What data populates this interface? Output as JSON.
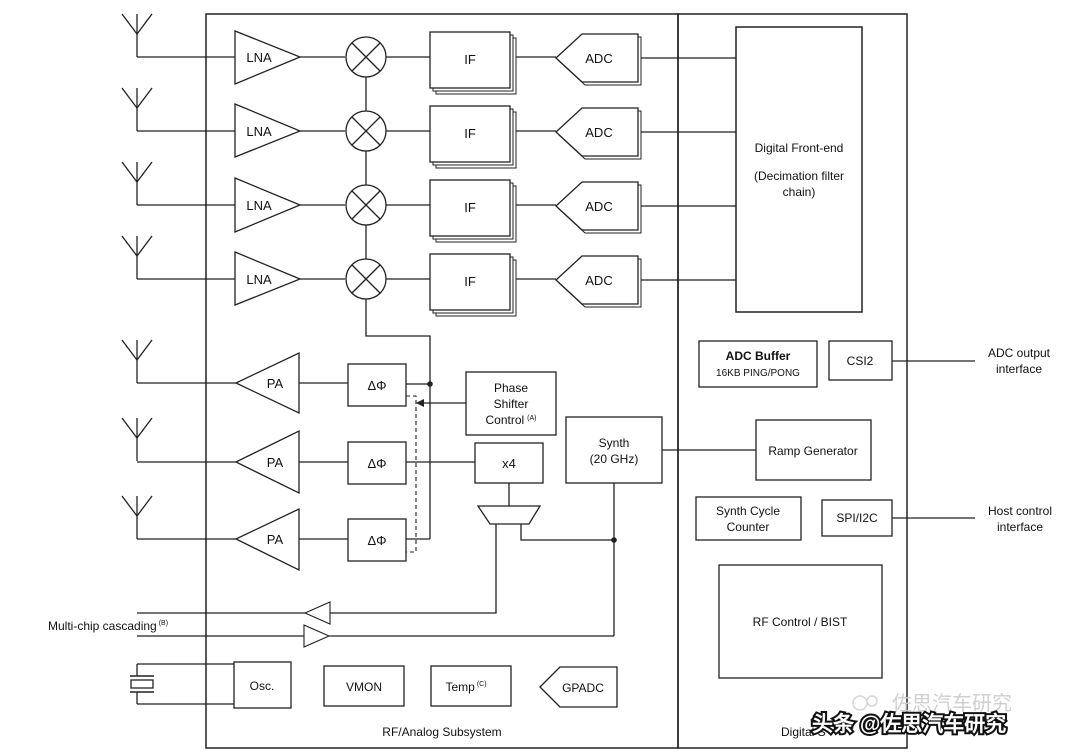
{
  "lna_label": "LNA",
  "if_label": "IF",
  "adc_label": "ADC",
  "pa_label": "PA",
  "phase_label": "ΔΦ",
  "digital_front_end": {
    "title": "Digital Front-end",
    "line2": "(Decimation filter",
    "line3": "chain)"
  },
  "adc_buffer": {
    "title": "ADC Buffer",
    "sub": "16KB PING/PONG"
  },
  "csi2": "CSI2",
  "adc_output": {
    "line1": "ADC output",
    "line2": "interface"
  },
  "phase_shifter": {
    "line1": "Phase",
    "line2": "Shifter",
    "line3": "Control",
    "sup": "(A)"
  },
  "synth": {
    "line1": "Synth",
    "line2": "(20 GHz)"
  },
  "x4": "x4",
  "ramp_generator": "Ramp Generator",
  "synth_cycle_counter": {
    "line1": "Synth Cycle",
    "line2": "Counter"
  },
  "spi_i2c": "SPI/I2C",
  "host_control": {
    "line1": "Host control",
    "line2": "interface"
  },
  "rf_control": "RF Control / BIST",
  "multi_chip": {
    "text": "Multi-chip cascading",
    "sup": "(B)"
  },
  "osc": "Osc.",
  "vmon": "VMON",
  "temp": {
    "text": "Temp",
    "sup": "(C)"
  },
  "gpadc": "GPADC",
  "rf_analog_subsystem": "RF/Analog Subsystem",
  "digital_subsystem": "Digital S",
  "watermark_main": "头条 @佐思汽车研究",
  "watermark_faint": "佐思汽车研究"
}
